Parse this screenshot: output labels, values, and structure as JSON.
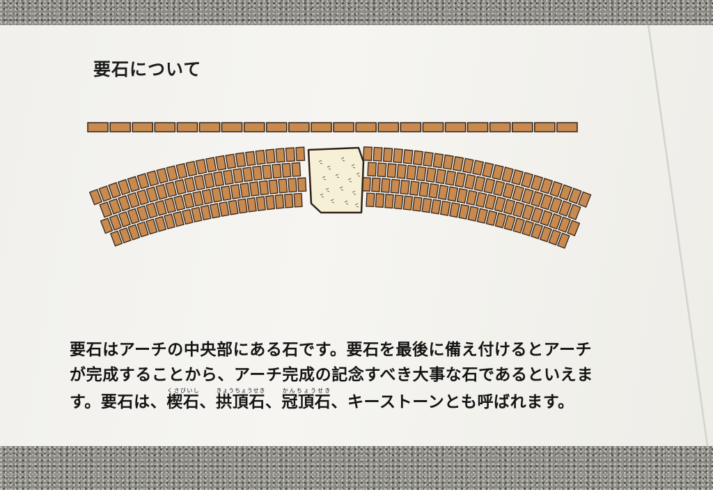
{
  "sign": {
    "title": "要石について",
    "body": {
      "line1": "要石はアーチの中央部にある石です。要石を最後に備え付けるとアーチ",
      "line2": "が完成することから、アーチ完成の記念すべき大事な石であるといえま",
      "line3_start": "す。要石は、",
      "term1": "楔石",
      "term1_reading": "くさびいし",
      "sep1": "、",
      "term2": "拱頂石",
      "term2_reading": "きょうちょうせき",
      "sep2": "、",
      "term3": "冠頂石",
      "term3_reading": "かんちょうせき",
      "line3_end": "、キーストーンとも呼ばれます。"
    }
  },
  "colors": {
    "brick": "#c98a4f",
    "brick_outline": "#2f2118",
    "keystone": "#f6f1d6",
    "panel": "#f3f2ee",
    "text": "#141414"
  }
}
